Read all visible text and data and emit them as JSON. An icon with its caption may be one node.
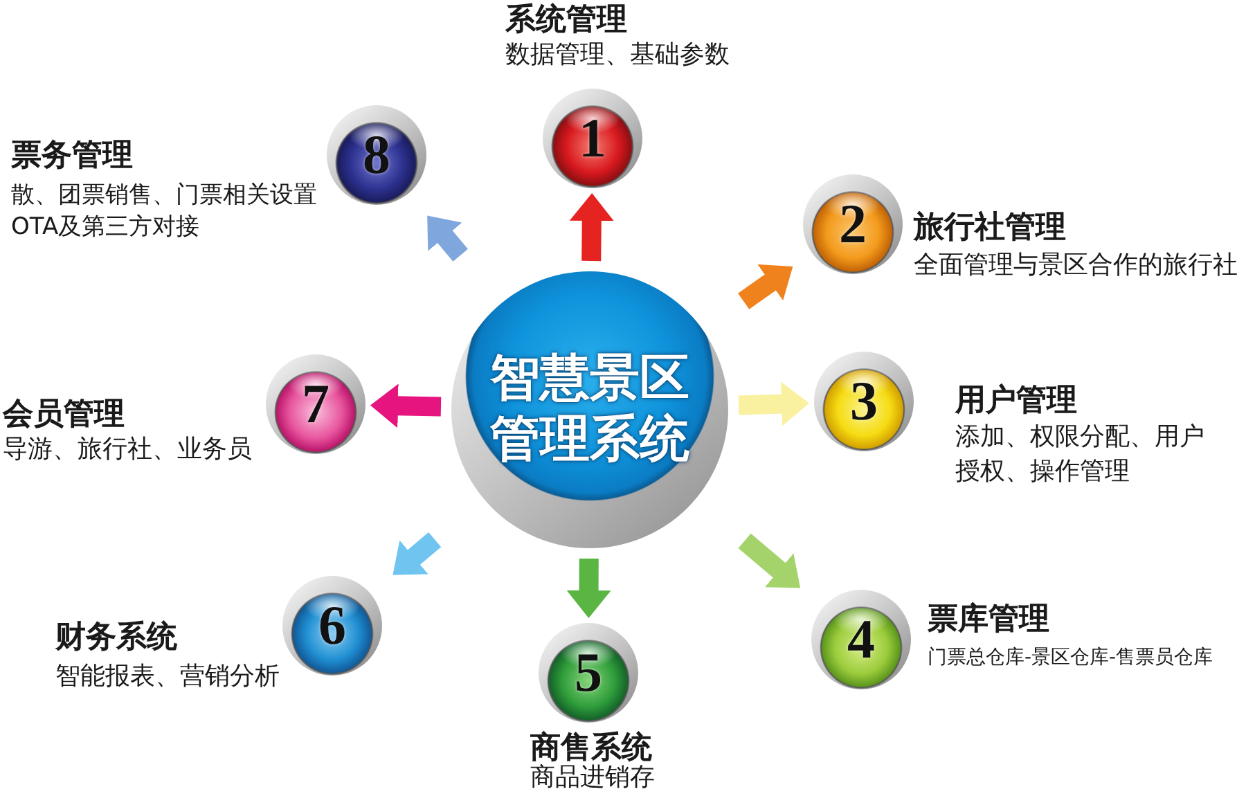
{
  "diagram": {
    "nodes": [
      {
        "text": [
          "智慧景区管理系统"
        ]
      },
      {
        "text": [
          "1"
        ],
        "beside": [
          "系统管理",
          "数据管理、基础参数"
        ]
      },
      {
        "text": [
          "2"
        ],
        "beside": [
          "旅行社管理",
          "全面管理与景区合作的旅行社"
        ]
      },
      {
        "text": [
          "3"
        ],
        "beside": [
          "用户管理",
          "添加、权限分配、用户授权、操作管理"
        ]
      },
      {
        "text": [
          "4"
        ],
        "beside": [
          "票库管理",
          "门票总仓库-景区仓库-售票员仓库"
        ]
      },
      {
        "text": [
          "5"
        ],
        "beside": [
          "商售系统",
          "商品进销存"
        ]
      },
      {
        "text": [
          "6"
        ],
        "beside": [
          "财务系统",
          "智能报表、营销分析"
        ]
      },
      {
        "text": [
          "7"
        ],
        "beside": [
          "会员管理",
          "导游、旅行社、业务员"
        ]
      },
      {
        "text": [
          "8"
        ],
        "beside": [
          "票务管理",
          "散、团票销售、门票相关设置OTA及第三方对接"
        ]
      }
    ],
    "edges": [
      {
        "from": 0,
        "to": 1,
        "arrow": "to",
        "color": "#e52421"
      },
      {
        "from": 0,
        "to": 2,
        "arrow": "to",
        "color": "#f0821e"
      },
      {
        "from": 0,
        "to": 3,
        "arrow": "to",
        "color": "#f9f1a0"
      },
      {
        "from": 0,
        "to": 4,
        "arrow": "to",
        "color": "#a5d36b"
      },
      {
        "from": 0,
        "to": 5,
        "arrow": "to",
        "color": "#5bb543"
      },
      {
        "from": 0,
        "to": 6,
        "arrow": "to",
        "color": "#6fc5f0"
      },
      {
        "from": 0,
        "to": 7,
        "arrow": "to",
        "color": "#e5147e"
      },
      {
        "from": 0,
        "to": 8,
        "arrow": "to",
        "color": "#7fa6dd"
      }
    ]
  }
}
